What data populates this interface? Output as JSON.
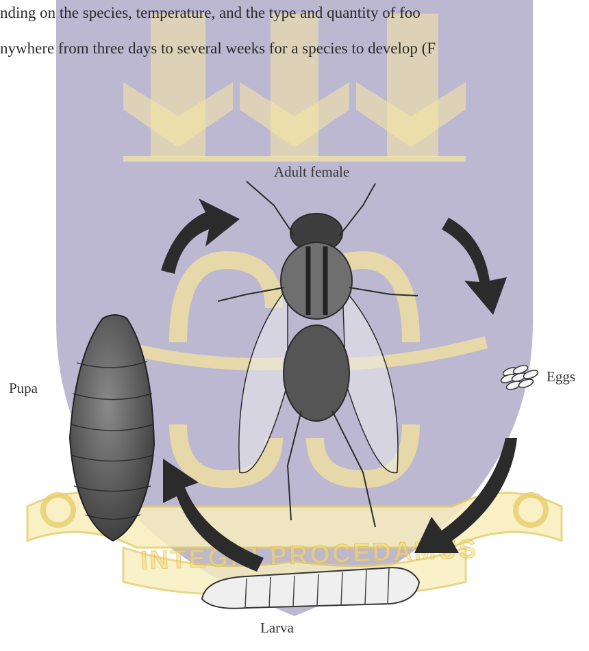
{
  "body_text": {
    "line1": "nding on the species, temperature, and the type and quantity of foo",
    "line2": "nywhere from three days to several weeks for a species to develop (F"
  },
  "labels": {
    "adult": "Adult female",
    "pupa": "Pupa",
    "eggs": "Eggs",
    "larva": "Larva"
  },
  "watermark": {
    "motto": "INTEGRI PROCEDAMUS",
    "shield_color": "#b9b5cf",
    "emblem_color": "#f6e59a"
  },
  "icons": [
    "fly-adult-icon",
    "pupa-icon",
    "eggs-icon",
    "larva-icon",
    "cycle-arrow-icon"
  ],
  "colors": {
    "arrow": "#2b2b2b",
    "drawing": "#333333"
  }
}
